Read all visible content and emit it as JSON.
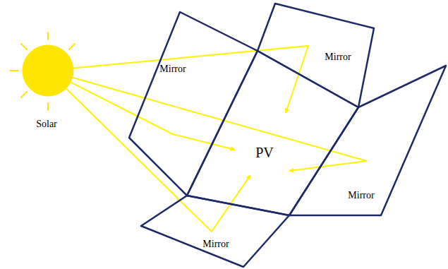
{
  "diagram": {
    "nodes": [
      {
        "text": [
          "Solar"
        ]
      },
      {
        "text": [
          "Mirror"
        ]
      },
      {
        "text": [
          "Mirror"
        ]
      },
      {
        "text": [
          "PV"
        ]
      },
      {
        "text": [
          "Mirror"
        ]
      },
      {
        "text": [
          "Mirror"
        ]
      }
    ],
    "edges": [
      {
        "from": 0,
        "to": 3,
        "arrow": "to"
      },
      {
        "from": 0,
        "to": 3,
        "arrow": "to"
      },
      {
        "from": 0,
        "to": 3,
        "arrow": "to"
      },
      {
        "from": 0,
        "to": 3,
        "arrow": "to"
      }
    ]
  }
}
